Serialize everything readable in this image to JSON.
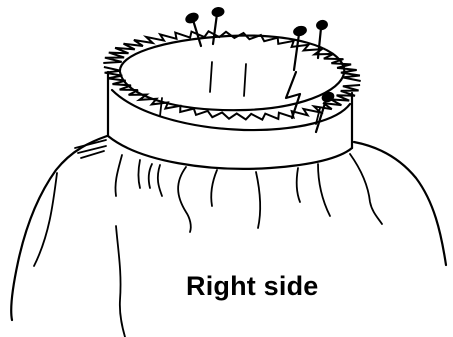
{
  "caption": {
    "label": "Right side"
  },
  "colors": {
    "ink": "#000000",
    "background": "#ffffff"
  },
  "illustration": {
    "subject": "pinned-fabric-band",
    "parts": [
      "gathered-fabric",
      "fabric-band",
      "zigzag-edge",
      "pins"
    ]
  }
}
